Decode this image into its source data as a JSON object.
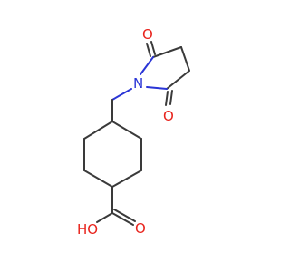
{
  "atoms": {
    "n": {
      "label": "N",
      "color": "#2a35d6"
    },
    "o_top": {
      "label": "O",
      "color": "#e8221b"
    },
    "o_right": {
      "label": "O",
      "color": "#e8221b"
    },
    "o_carbonyl": {
      "label": "O",
      "color": "#e8221b"
    },
    "oh": {
      "label": "HO",
      "color": "#e8221b"
    }
  }
}
